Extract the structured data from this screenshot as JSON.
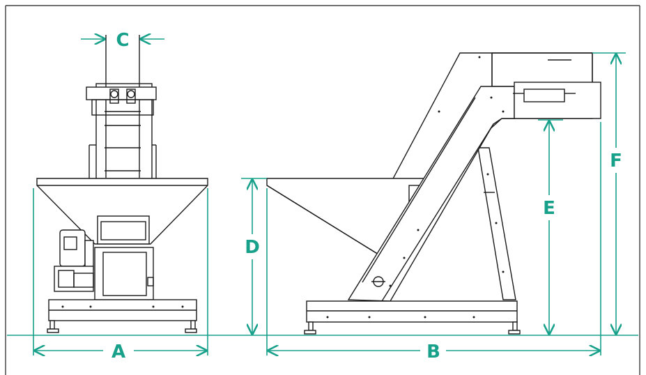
{
  "colors": {
    "accent": "#17A08A",
    "line": "#1a1a1a",
    "background": "#ffffff"
  },
  "labels": {
    "A": "A",
    "B": "B",
    "C": "C",
    "D": "D",
    "E": "E",
    "F": "F"
  }
}
